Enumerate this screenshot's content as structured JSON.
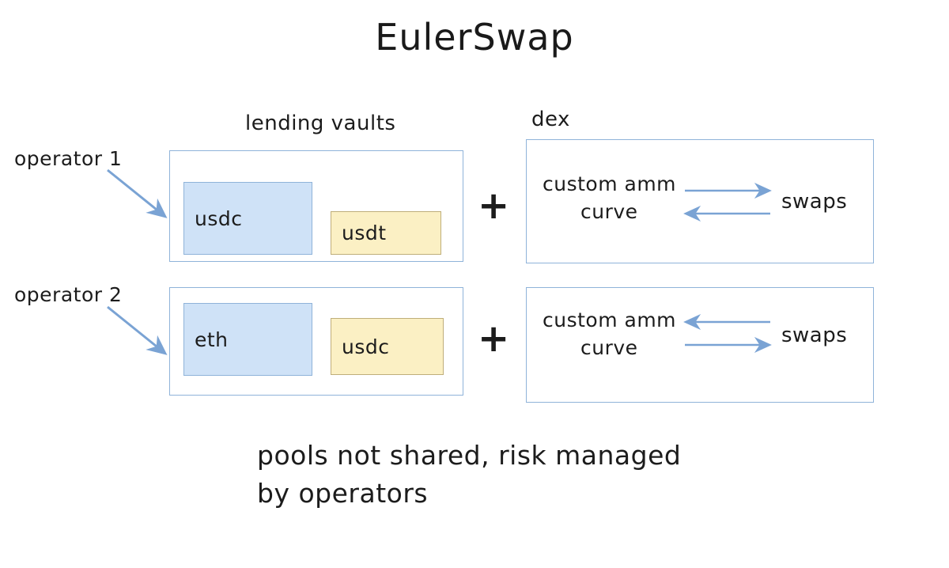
{
  "title": "EulerSwap",
  "columns": {
    "lending_label": "lending vaults",
    "dex_label": "dex"
  },
  "plus_symbol": "+",
  "rows": [
    {
      "operator_label": "operator 1",
      "vault": {
        "assets": [
          {
            "name": "usdc",
            "color": "#cfe2f7",
            "kind": "blue"
          },
          {
            "name": "usdt",
            "color": "#fbf0c4",
            "kind": "yellow"
          }
        ]
      },
      "dex": {
        "amm_line_1": "custom amm",
        "amm_line_2": "curve",
        "swaps_label": "swaps",
        "arrow_top_direction": "right",
        "arrow_bottom_direction": "left"
      }
    },
    {
      "operator_label": "operator 2",
      "vault": {
        "assets": [
          {
            "name": "eth",
            "color": "#cfe2f7",
            "kind": "blue"
          },
          {
            "name": "usdc",
            "color": "#fbf0c4",
            "kind": "yellow"
          }
        ]
      },
      "dex": {
        "amm_line_1": "custom amm",
        "amm_line_2": "curve",
        "swaps_label": "swaps",
        "arrow_top_direction": "left",
        "arrow_bottom_direction": "right"
      }
    }
  ],
  "footer": {
    "line_1": "pools not shared, risk managed",
    "line_2": "by operators"
  },
  "colors": {
    "outline_blue": "#8fb3d9",
    "arrow_blue": "#7aa3d4",
    "asset_blue": "#cfe2f7",
    "asset_yellow": "#fbf0c4",
    "ink": "#1c1c1c",
    "background": "#ffffff"
  }
}
